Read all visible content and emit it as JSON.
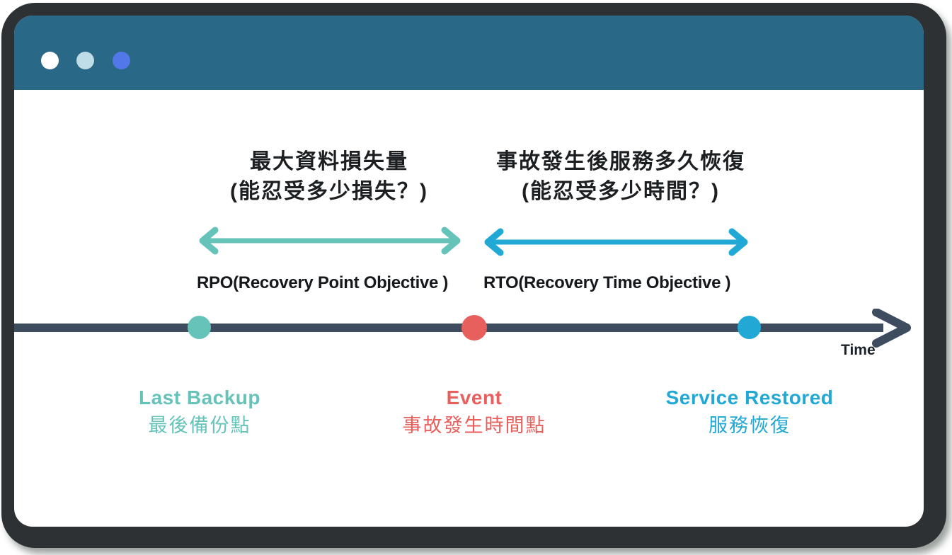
{
  "colors": {
    "frame_dark": "#2e3133",
    "header_teal": "#2a6888",
    "timeline": "#3d4c5e",
    "teal": "#66c3b9",
    "red": "#e8605d",
    "blue": "#21a8d4",
    "text_dark": "#1c1f22",
    "dot_white": "#ffffff",
    "dot_lightblue": "#bfdde6",
    "dot_blue": "#5277e8"
  },
  "window": {
    "traffic_lights": [
      "#ffffff",
      "#bfdde6",
      "#5277e8"
    ]
  },
  "annotations": {
    "rpo": {
      "heading_line1": "最大資料損失量",
      "heading_line2": "(能忍受多少損失？)",
      "label": "RPO(Recovery Point Objective )"
    },
    "rto": {
      "heading_line1": "事故發生後服務多久恢復",
      "heading_line2": "(能忍受多少時間？)",
      "label": "RTO(Recovery Time Objective )"
    }
  },
  "timeline": {
    "axis_label": "Time",
    "points": [
      {
        "id": "last-backup",
        "title": "Last Backup",
        "subtitle": "最後備份點",
        "color": "#66c3b9"
      },
      {
        "id": "event",
        "title": "Event",
        "subtitle": "事故發生時間點",
        "color": "#e8605d"
      },
      {
        "id": "service-restored",
        "title": "Service Restored",
        "subtitle": "服務恢復",
        "color": "#21a8d4"
      }
    ]
  }
}
